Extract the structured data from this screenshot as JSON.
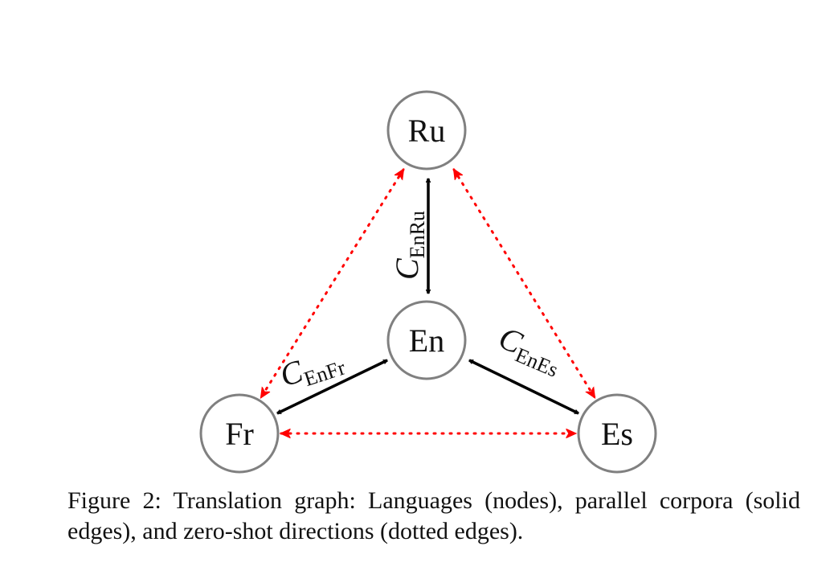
{
  "nodes": {
    "ru": "Ru",
    "en": "En",
    "fr": "Fr",
    "es": "Es"
  },
  "edge_labels": {
    "en_ru": {
      "symbol": "C",
      "subscript": "EnRu"
    },
    "en_fr": {
      "symbol": "C",
      "subscript": "EnFr"
    },
    "en_es": {
      "symbol": "C",
      "subscript": "EnEs"
    }
  },
  "edges": {
    "solid": [
      "En-Ru",
      "En-Fr",
      "En-Es"
    ],
    "dotted": [
      "Ru-Fr",
      "Ru-Es",
      "Fr-Es"
    ]
  },
  "colors": {
    "solid_edge": "#000000",
    "dotted_edge": "#ff0000",
    "node_border": "#808080"
  },
  "caption": {
    "label": "Figure 2:",
    "text": "Translation graph: Languages (nodes), parallel corpora (solid edges), and zero-shot directions (dotted edges)."
  }
}
